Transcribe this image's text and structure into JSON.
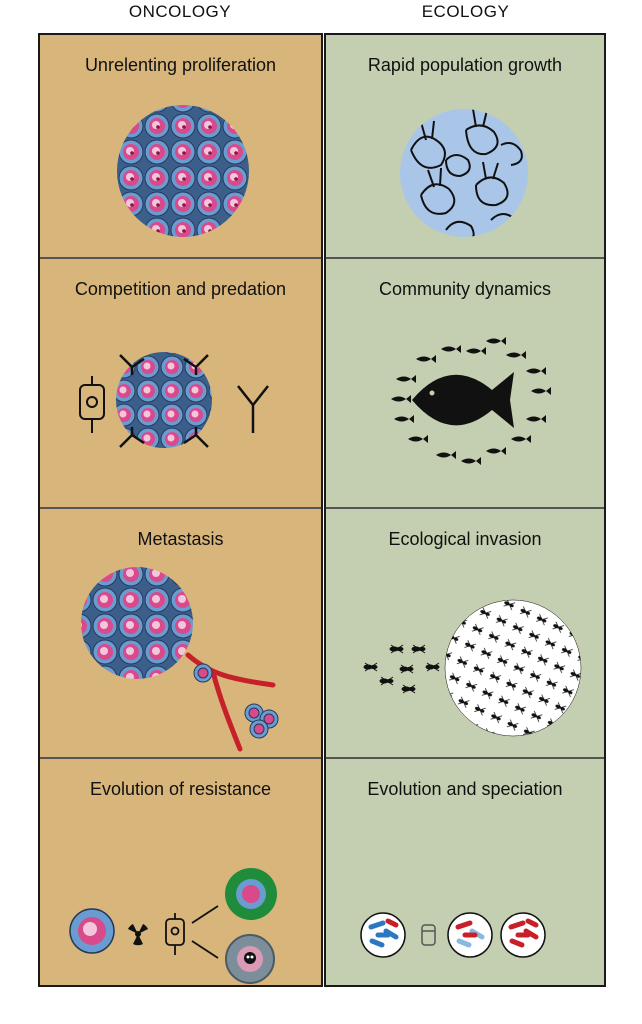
{
  "headers": {
    "oncology": "ONCOLOGY",
    "ecology": "ECOLOGY"
  },
  "oncology_panels": [
    {
      "title": "Unrelenting proliferation",
      "icon": "tumor-cell-cluster"
    },
    {
      "title": "Competition and predation",
      "icon": "tumor-with-antibodies-and-iv-bag"
    },
    {
      "title": "Metastasis",
      "icon": "tumor-spreading-via-blood-vessel"
    },
    {
      "title": "Evolution of resistance",
      "icon": "cell-treated-with-radiation-and-drug"
    }
  ],
  "ecology_panels": [
    {
      "title": "Rapid population growth",
      "icon": "rabbit-population"
    },
    {
      "title": "Community dynamics",
      "icon": "big-fish-small-fish"
    },
    {
      "title": "Ecological invasion",
      "icon": "ant-invasion"
    },
    {
      "title": "Evolution and speciation",
      "icon": "bacteria-antibiotic-selection"
    }
  ],
  "colors": {
    "oncology_bg": "#d8b57a",
    "ecology_bg": "#c3cfb0",
    "cell_outer": "#6a9bd1",
    "cell_inner": "#d84a8c",
    "vessel": "#c8202a",
    "rabbit_bg": "#a9c6e8",
    "resistant_cell": "#1e8c3a",
    "bacteria_blue": "#2a78c0",
    "bacteria_red": "#c82028"
  }
}
